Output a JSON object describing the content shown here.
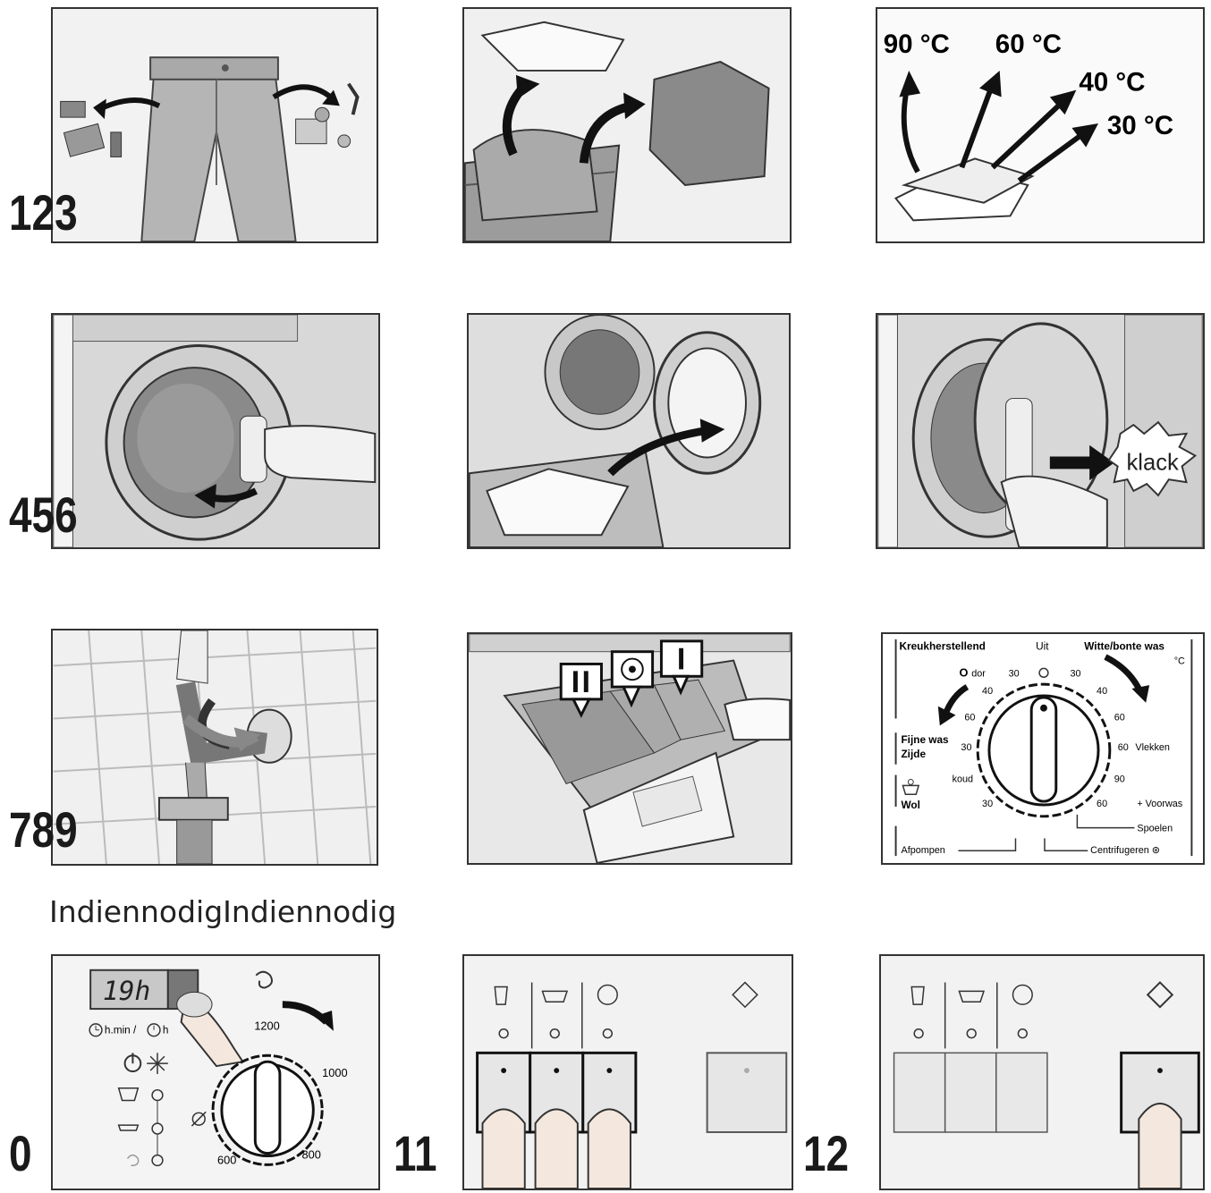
{
  "steps": {
    "s1": "123",
    "s2": "456",
    "s3": "789",
    "s4": "0",
    "s5": "11",
    "s6": "12"
  },
  "temps": {
    "t90": "90 °C",
    "t60": "60 °C",
    "t40": "40 °C",
    "t30": "30 °C"
  },
  "door_sound": "klack",
  "dial": {
    "left_top": "Kreukherstellend",
    "center_top": "Uit",
    "right_top": "Witte/bonte was",
    "unit": "°C",
    "koud_voor": "O",
    "voor_frag": "dor",
    "fijne": "Fijne was",
    "zijde": "Zijde",
    "wol": "Wol",
    "koud": "koud",
    "vlekken": "Vlekken",
    "voorwas": "+ Voorwas",
    "spoelen": "Spoelen",
    "centrifugeren": "Centrifugeren ⊛",
    "afpompen": "Afpompen",
    "n30a": "30",
    "n40a": "40",
    "n60a": "60",
    "n30b": "30",
    "n30c": "30",
    "n30d": "30",
    "n40b": "40",
    "n60b": "60",
    "n60c": "60",
    "n90": "90",
    "n60d": "60"
  },
  "indien": "IndiennodigIndiennodig",
  "timer": {
    "display": "19h",
    "hmin": "h.min / ",
    "h": "h",
    "rpm1200": "1200",
    "rpm1000": "1000",
    "rpm800": "800",
    "rpm600": "600"
  }
}
